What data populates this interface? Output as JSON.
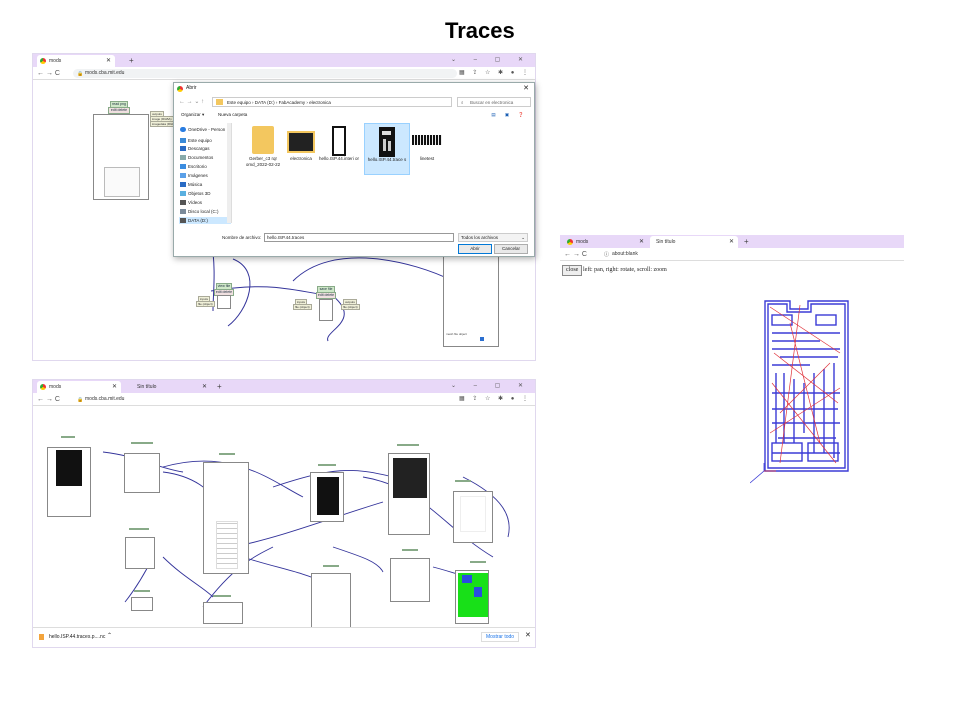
{
  "slide": {
    "title": "Traces"
  },
  "win_top": {
    "tab": "mods",
    "url": "mods.cba.mit.edu",
    "nodes": {
      "read_png": "read png",
      "edit_delete": "edit delete",
      "outputs": "outputs",
      "image": "image (RGBA)",
      "imagedata": "imagedata (RGBA)",
      "view_file": "view file",
      "save_file": "save file",
      "inputs": "inputs",
      "file_object": "file (object)",
      "name": "name",
      "file": "file",
      "mesh_file": "mesh file object",
      "conn": "conn"
    }
  },
  "dialog": {
    "title": "Abrir",
    "crumbs": [
      "Este equipo",
      "DATA (D:)",
      "FabAcademy",
      "electronica"
    ],
    "search_placeholder": "Buscar en electronica",
    "organize": "Organizar ▾",
    "new_folder": "Nueva carpeta",
    "sidebar": [
      {
        "label": "OneDrive - Person",
        "icon": "cloud-icon"
      },
      {
        "label": "Este equipo",
        "icon": "computer-icon"
      },
      {
        "label": "Descargas",
        "icon": "download-icon"
      },
      {
        "label": "Documentos",
        "icon": "document-icon"
      },
      {
        "label": "Escritorio",
        "icon": "desktop-icon"
      },
      {
        "label": "Imágenes",
        "icon": "image-icon"
      },
      {
        "label": "Música",
        "icon": "music-icon"
      },
      {
        "label": "Objetos 3D",
        "icon": "cube-icon"
      },
      {
        "label": "Vídeos",
        "icon": "video-icon"
      },
      {
        "label": "Disco local (C:)",
        "icon": "drive-icon"
      },
      {
        "label": "DATA (D:)",
        "icon": "drive-icon"
      }
    ],
    "files": [
      {
        "name": "Gerber_c3 rqr omd_2022-02-22",
        "type": "folder"
      },
      {
        "name": "electronica",
        "type": "folder"
      },
      {
        "name": "hello.ISP.44.interi or",
        "type": "png"
      },
      {
        "name": "hello.ISP.44.trace s",
        "type": "png"
      },
      {
        "name": "linetest",
        "type": "png"
      }
    ],
    "filename_label": "Nombre de archivo:",
    "filename_value": "hello.ISP.44.traces",
    "filter": "Todos los archivos",
    "open": "Abrir",
    "cancel": "Cancelar"
  },
  "win_right": {
    "tabs": [
      "mods",
      "Sin título"
    ],
    "url": "about:blank",
    "close_button": "close",
    "hint": "left: pan, right: rotate, scroll: zoom"
  },
  "win_bottom": {
    "tabs": [
      "mods",
      "Sin título"
    ],
    "url": "mods.cba.mit.edu",
    "download_file": "hello.ISP.44.traces.p....nc",
    "show_all": "Mostrar todo"
  },
  "colors": {
    "tabstrip": "#e8d8f8",
    "wire": "#33339a",
    "node_head": "#cfe8c8",
    "toolpath_blue": "#3b3bd6",
    "toolpath_red": "#e0313a",
    "green_board": "#18e018"
  }
}
